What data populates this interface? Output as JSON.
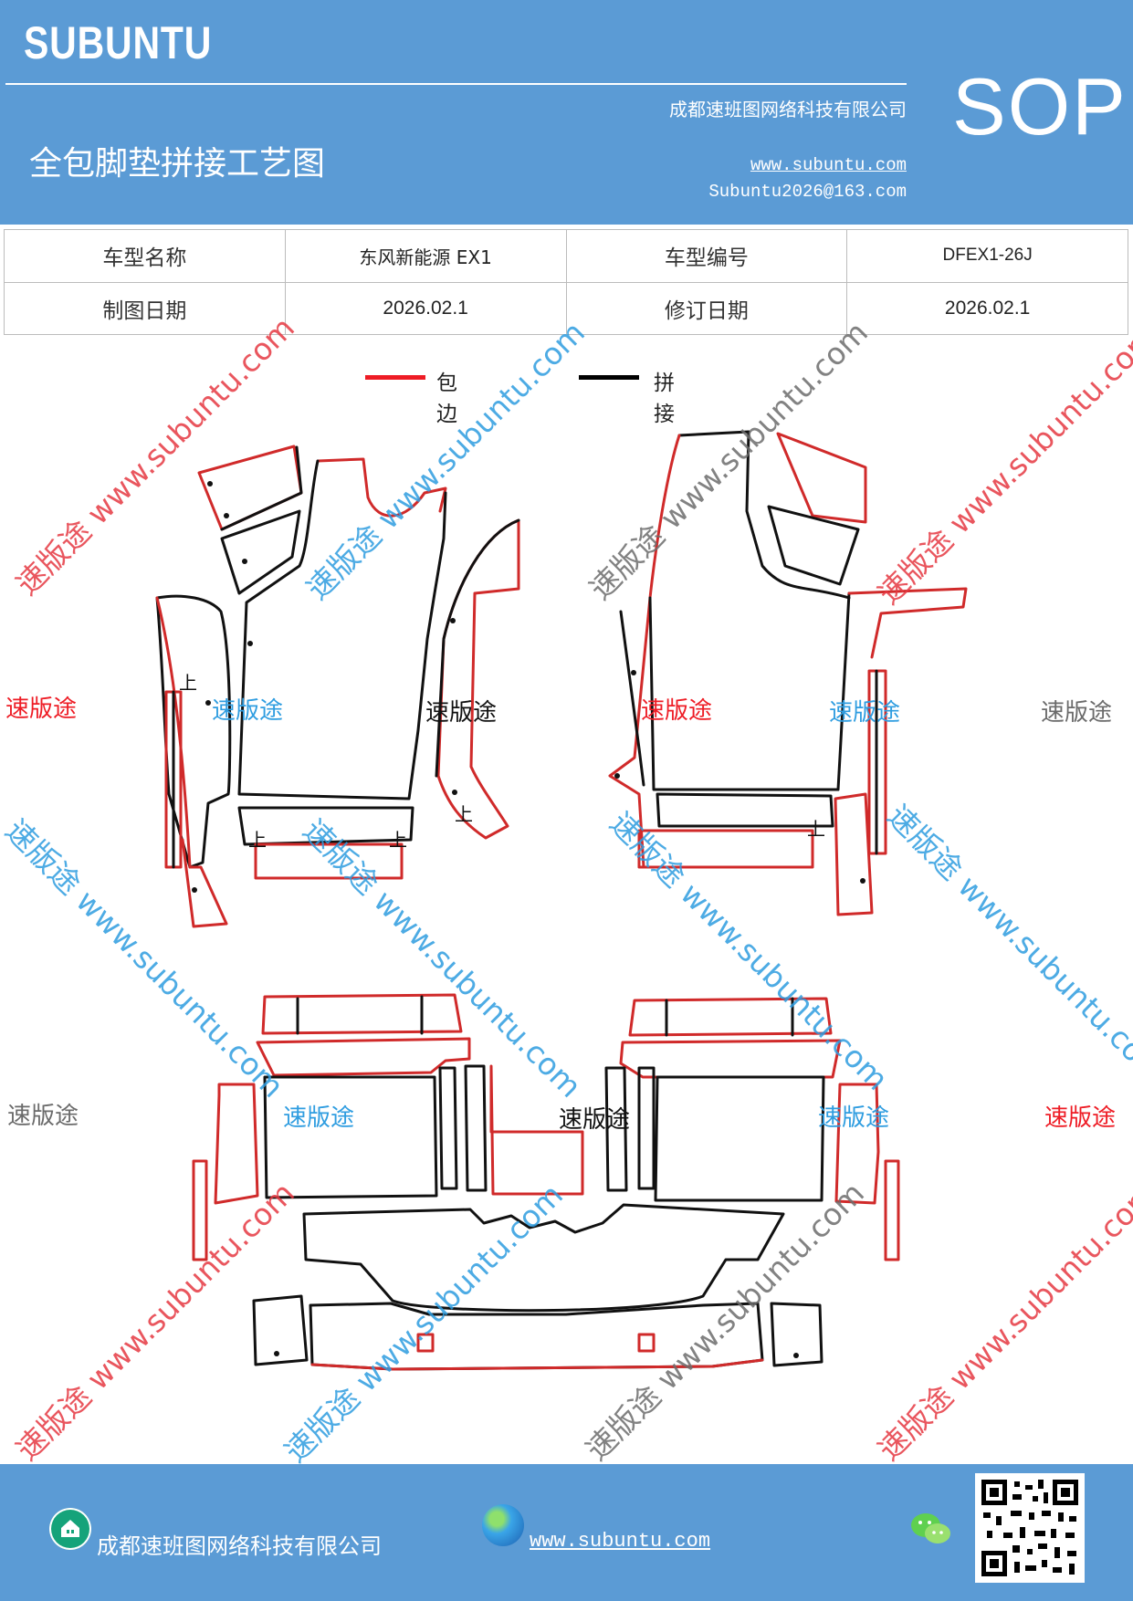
{
  "header": {
    "brand": "SUBUNTU",
    "company": "成都速班图网络科技有限公司",
    "title": "全包脚垫拼接工艺图",
    "website": "www.subuntu.com",
    "email": "Subuntu2026@163.com",
    "badge": "SOP",
    "colors": {
      "background": "#5b9bd5",
      "text": "#ffffff"
    }
  },
  "info_table": {
    "rows": [
      [
        "车型名称",
        "东风新能源 EX1",
        "车型编号",
        "DFEX1-26J"
      ],
      [
        "制图日期",
        "2026.02.1",
        "修订日期",
        "2026.02.1"
      ]
    ]
  },
  "legend": [
    {
      "label": "包边",
      "color": "#ee1c25"
    },
    {
      "label": "拼接",
      "color": "#000000"
    }
  ],
  "diagram": {
    "mark_symbol": "上",
    "watermarks": {
      "brand": "速版途",
      "url": "速版途 www.subuntu.com"
    }
  },
  "footer": {
    "company": "成都速班图网络科技有限公司",
    "website": "www.subuntu.com ",
    "icons": [
      "home-icon",
      "globe-icon",
      "wechat-icon",
      "qr-code"
    ]
  }
}
